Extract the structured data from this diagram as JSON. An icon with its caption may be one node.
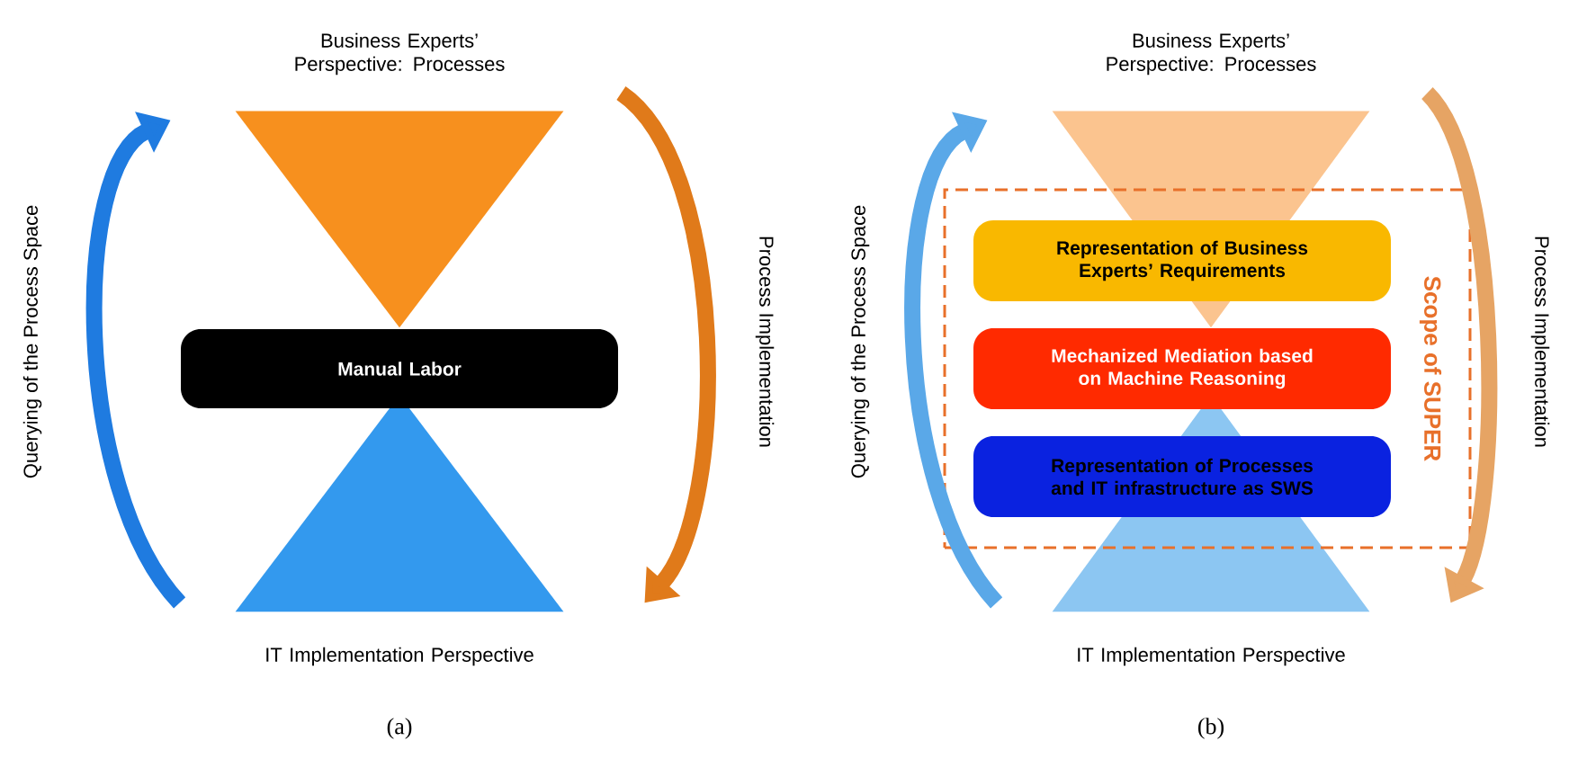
{
  "diagram": {
    "nodes": [
      {
        "text": [
          "Business Experts’ Perspective: Processes"
        ]
      },
      {
        "text": [
          "IT Implementation Perspective"
        ]
      },
      {
        "text": [
          "Manual Labor"
        ]
      },
      {
        "text": [
          "Business Experts’ Perspective: Processes"
        ]
      },
      {
        "text": [
          "IT Implementation Perspective"
        ]
      },
      {
        "text": [
          "Scope of SUPER"
        ]
      },
      {
        "text": [
          "Representation of Business Experts’ Requirements"
        ],
        "in": 5
      },
      {
        "text": [
          "Mechanized Mediation based on Machine Reasoning"
        ],
        "in": 5
      },
      {
        "text": [
          "Representation of Processes and IT infrastructure as SWS"
        ],
        "in": 5
      }
    ],
    "edges": [
      {
        "from": 1,
        "to": 0,
        "arrow": "to",
        "label": "Querying of the Process Space",
        "color": "#1f7be0"
      },
      {
        "from": 0,
        "to": 1,
        "arrow": "to",
        "label": "Process Implementation",
        "color": "#e07a1a"
      },
      {
        "from": 4,
        "to": 3,
        "arrow": "to",
        "label": "Querying of the Process Space",
        "color": "#5aa8e8"
      },
      {
        "from": 3,
        "to": 4,
        "arrow": "to",
        "label": "Process Implementation",
        "color": "#e6a464"
      }
    ],
    "labels": [
      "(a)",
      "(b)"
    ]
  }
}
